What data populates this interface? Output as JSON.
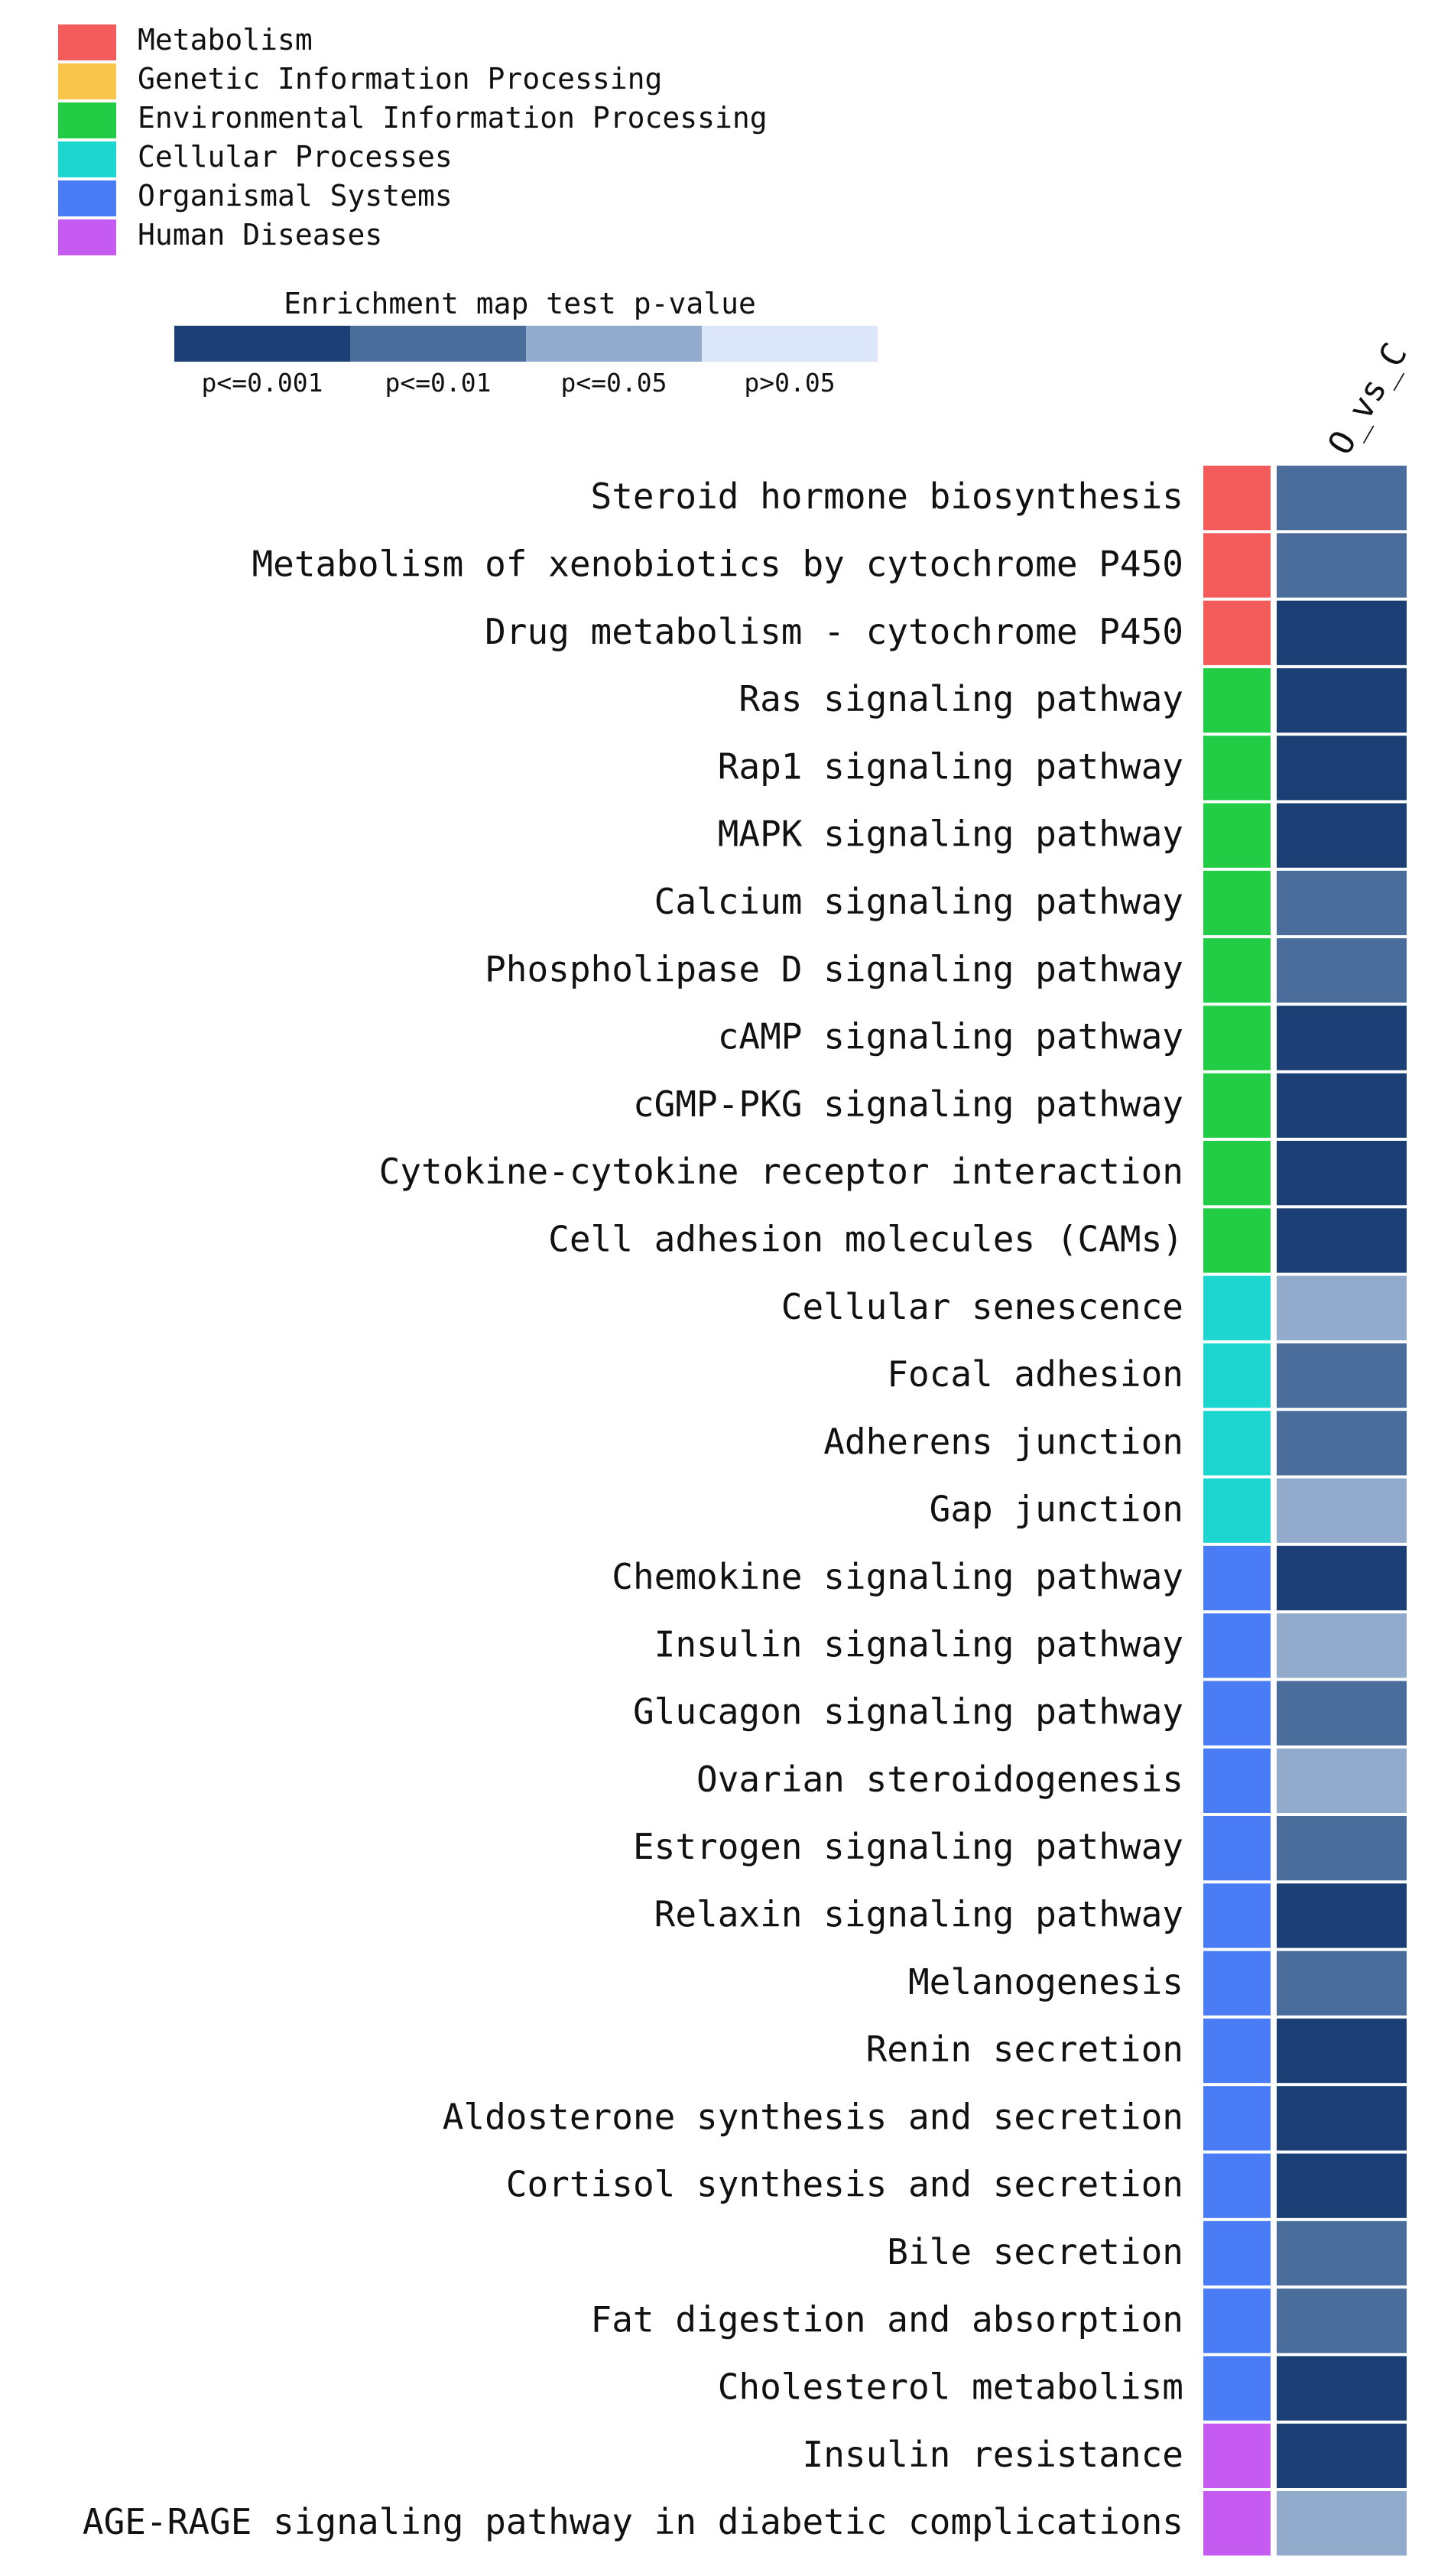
{
  "chart_data": {
    "type": "heatmap",
    "column_label": "O_vs_C",
    "category_legend": [
      {
        "name": "Metabolism",
        "color": "#f45b5b"
      },
      {
        "name": "Genetic Information Processing",
        "color": "#f9c54a"
      },
      {
        "name": "Environmental Information Processing",
        "color": "#22cc44"
      },
      {
        "name": "Cellular Processes",
        "color": "#1dd6cf"
      },
      {
        "name": "Organismal Systems",
        "color": "#4a7cf6"
      },
      {
        "name": "Human Diseases",
        "color": "#c65bf2"
      }
    ],
    "pvalue_legend": {
      "title": "Enrichment map test p-value",
      "levels": [
        {
          "label": "p<=0.001",
          "color": "#1b3f75"
        },
        {
          "label": "p<=0.01",
          "color": "#4a6d9c"
        },
        {
          "label": "p<=0.05",
          "color": "#92abcd"
        },
        {
          "label": "p>0.05",
          "color": "#dbe6f8"
        }
      ]
    },
    "pathways": [
      {
        "name": "Steroid hormone biosynthesis",
        "category": "Metabolism",
        "pvalue_level": "p<=0.01"
      },
      {
        "name": "Metabolism of xenobiotics by cytochrome P450",
        "category": "Metabolism",
        "pvalue_level": "p<=0.01"
      },
      {
        "name": "Drug metabolism - cytochrome P450",
        "category": "Metabolism",
        "pvalue_level": "p<=0.001"
      },
      {
        "name": "Ras signaling pathway",
        "category": "Environmental Information Processing",
        "pvalue_level": "p<=0.001"
      },
      {
        "name": "Rap1 signaling pathway",
        "category": "Environmental Information Processing",
        "pvalue_level": "p<=0.001"
      },
      {
        "name": "MAPK signaling pathway",
        "category": "Environmental Information Processing",
        "pvalue_level": "p<=0.001"
      },
      {
        "name": "Calcium signaling pathway",
        "category": "Environmental Information Processing",
        "pvalue_level": "p<=0.01"
      },
      {
        "name": "Phospholipase D signaling pathway",
        "category": "Environmental Information Processing",
        "pvalue_level": "p<=0.01"
      },
      {
        "name": "cAMP signaling pathway",
        "category": "Environmental Information Processing",
        "pvalue_level": "p<=0.001"
      },
      {
        "name": "cGMP-PKG signaling pathway",
        "category": "Environmental Information Processing",
        "pvalue_level": "p<=0.001"
      },
      {
        "name": "Cytokine-cytokine receptor interaction",
        "category": "Environmental Information Processing",
        "pvalue_level": "p<=0.001"
      },
      {
        "name": "Cell adhesion molecules (CAMs)",
        "category": "Environmental Information Processing",
        "pvalue_level": "p<=0.001"
      },
      {
        "name": "Cellular senescence",
        "category": "Cellular Processes",
        "pvalue_level": "p<=0.05"
      },
      {
        "name": "Focal adhesion",
        "category": "Cellular Processes",
        "pvalue_level": "p<=0.01"
      },
      {
        "name": "Adherens junction",
        "category": "Cellular Processes",
        "pvalue_level": "p<=0.01"
      },
      {
        "name": "Gap junction",
        "category": "Cellular Processes",
        "pvalue_level": "p<=0.05"
      },
      {
        "name": "Chemokine signaling pathway",
        "category": "Organismal Systems",
        "pvalue_level": "p<=0.001"
      },
      {
        "name": "Insulin signaling pathway",
        "category": "Organismal Systems",
        "pvalue_level": "p<=0.05"
      },
      {
        "name": "Glucagon signaling pathway",
        "category": "Organismal Systems",
        "pvalue_level": "p<=0.01"
      },
      {
        "name": "Ovarian steroidogenesis",
        "category": "Organismal Systems",
        "pvalue_level": "p<=0.05"
      },
      {
        "name": "Estrogen signaling pathway",
        "category": "Organismal Systems",
        "pvalue_level": "p<=0.01"
      },
      {
        "name": "Relaxin signaling pathway",
        "category": "Organismal Systems",
        "pvalue_level": "p<=0.001"
      },
      {
        "name": "Melanogenesis",
        "category": "Organismal Systems",
        "pvalue_level": "p<=0.01"
      },
      {
        "name": "Renin secretion",
        "category": "Organismal Systems",
        "pvalue_level": "p<=0.001"
      },
      {
        "name": "Aldosterone synthesis and secretion",
        "category": "Organismal Systems",
        "pvalue_level": "p<=0.001"
      },
      {
        "name": "Cortisol synthesis and secretion",
        "category": "Organismal Systems",
        "pvalue_level": "p<=0.001"
      },
      {
        "name": "Bile secretion",
        "category": "Organismal Systems",
        "pvalue_level": "p<=0.01"
      },
      {
        "name": "Fat digestion and absorption",
        "category": "Organismal Systems",
        "pvalue_level": "p<=0.01"
      },
      {
        "name": "Cholesterol metabolism",
        "category": "Organismal Systems",
        "pvalue_level": "p<=0.001"
      },
      {
        "name": "Insulin resistance",
        "category": "Human Diseases",
        "pvalue_level": "p<=0.001"
      },
      {
        "name": "AGE-RAGE signaling pathway in diabetic complications",
        "category": "Human Diseases",
        "pvalue_level": "p<=0.05"
      }
    ]
  }
}
